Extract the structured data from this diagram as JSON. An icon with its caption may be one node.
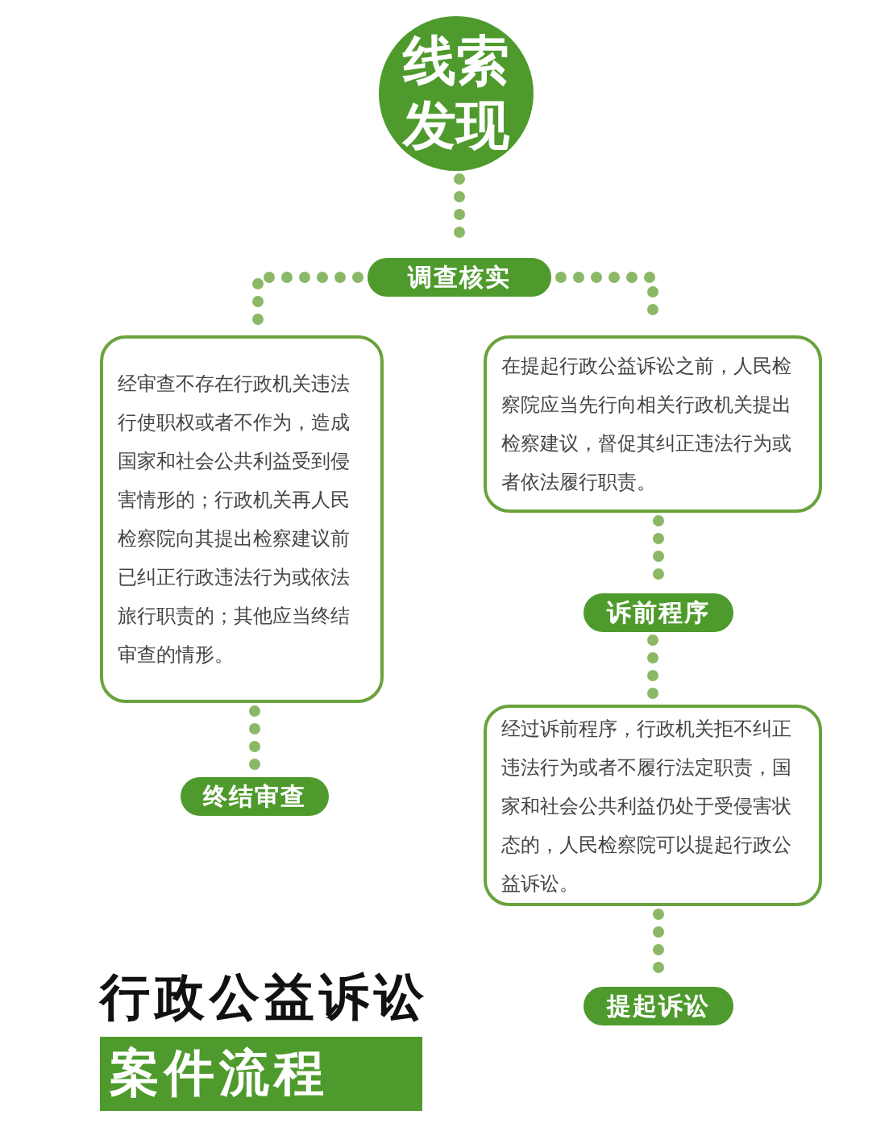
{
  "diagram": {
    "title": "行政公益诉讼",
    "nodes": [
      {
        "text": [
          "线索发现"
        ]
      },
      {
        "text": [
          "调查核实"
        ]
      },
      {
        "text": [
          "经审查不存在行政机关违法行使职权或者不作为，造成国家和社会公共利益受到侵害情形的；行政机关再人民检察院向其提出检察建议前已纠正行政违法行为或依法旅行职责的；其他应当终结审查的情形。"
        ]
      },
      {
        "text": [
          "在提起行政公益诉讼之前，人民检察院应当先行向相关行政机关提出检察建议，督促其纠正违法行为或者依法履行职责。"
        ]
      },
      {
        "text": [
          "终结审查"
        ]
      },
      {
        "text": [
          "诉前程序"
        ]
      },
      {
        "text": [
          "经过诉前程序，行政机关拒不纠正违法行为或者不履行法定职责，国家和社会公共利益仍处于受侵害状态的，人民检察院可以提起行政公益诉讼。"
        ]
      },
      {
        "text": [
          "提起诉讼"
        ]
      },
      {
        "text": [
          "案件流程"
        ]
      }
    ],
    "edges": [
      {
        "from": 0,
        "to": 1,
        "arrow": "none"
      },
      {
        "from": 1,
        "to": 2,
        "arrow": "none"
      },
      {
        "from": 1,
        "to": 3,
        "arrow": "none"
      },
      {
        "from": 2,
        "to": 4,
        "arrow": "none"
      },
      {
        "from": 3,
        "to": 5,
        "arrow": "none"
      },
      {
        "from": 5,
        "to": 6,
        "arrow": "none"
      },
      {
        "from": 6,
        "to": 7,
        "arrow": "none"
      }
    ]
  }
}
